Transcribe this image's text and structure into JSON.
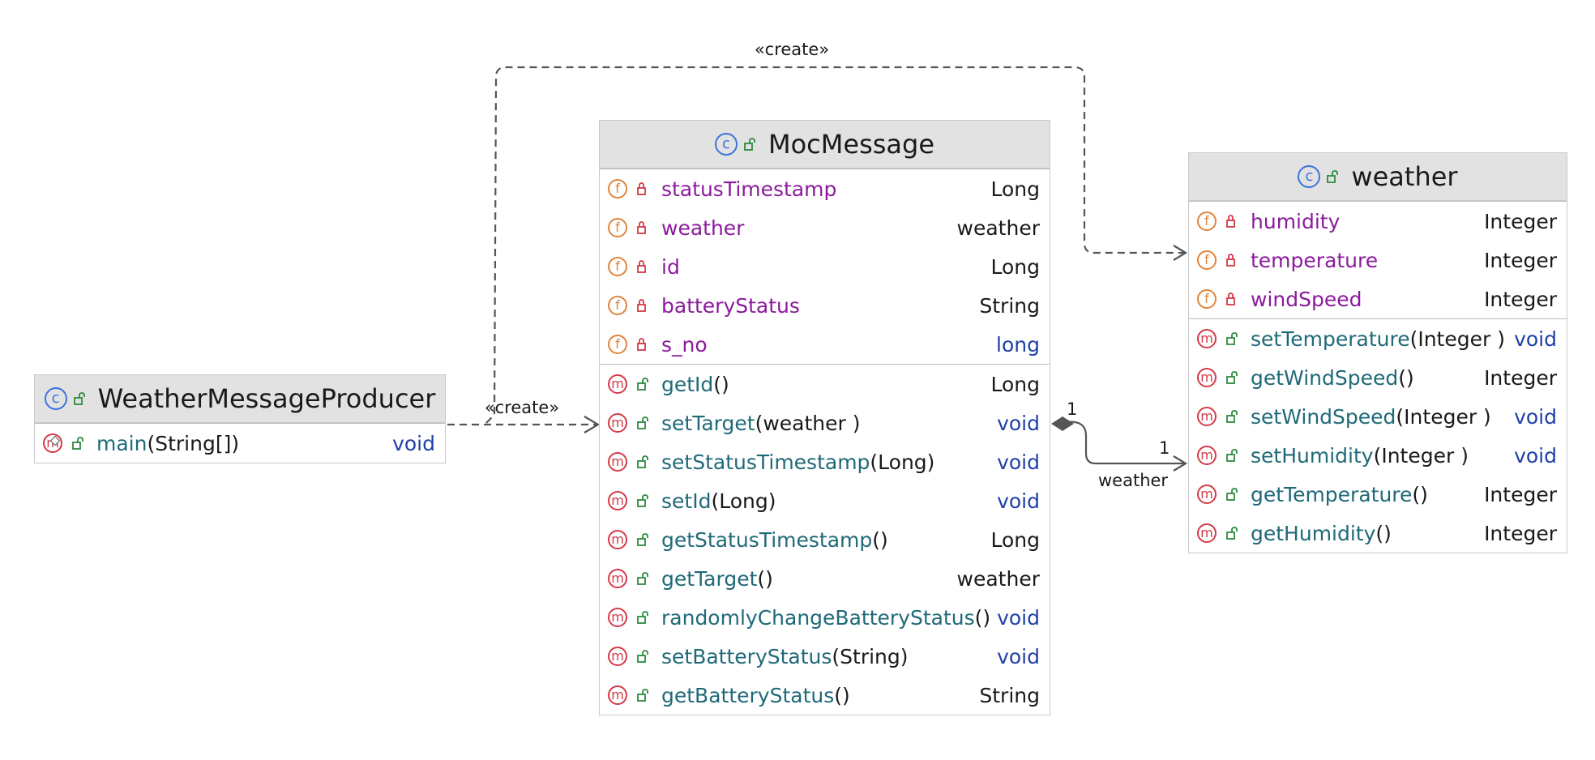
{
  "icons": {
    "class": "class-icon",
    "field": "field-icon",
    "method": "method-icon",
    "public": "unlocked-icon",
    "private": "lock-icon",
    "static": "static-diamond-icon"
  },
  "glyphs": {
    "class": "c",
    "field": "f",
    "method": "m"
  },
  "colors": {
    "class_badge": "#3a73e0",
    "field_badge": "#e0843a",
    "method_badge": "#d33a48",
    "field_name": "#8b1b9c",
    "method_name": "#1f6a78",
    "primitive_type": "#1f3fa8",
    "public_visibility": "#2e8b3e",
    "private_visibility": "#d33a48",
    "header_bg": "#e2e2e2",
    "connector": "#555555"
  },
  "classes": {
    "producer": {
      "name": "WeatherMessageProducer",
      "methods": [
        {
          "name": "main",
          "params": "(String[])",
          "type": "void"
        }
      ]
    },
    "moc": {
      "name": "MocMessage",
      "fields": [
        {
          "name": "statusTimestamp",
          "type": "Long"
        },
        {
          "name": "weather",
          "type": "weather"
        },
        {
          "name": "id",
          "type": "Long"
        },
        {
          "name": "batteryStatus",
          "type": "String"
        },
        {
          "name": "s_no",
          "type": "long"
        }
      ],
      "methods": [
        {
          "name": "getId",
          "params": "()",
          "type": "Long"
        },
        {
          "name": "setTarget",
          "params": "(weather )",
          "type": "void"
        },
        {
          "name": "setStatusTimestamp",
          "params": "(Long)",
          "type": "void"
        },
        {
          "name": "setId",
          "params": "(Long)",
          "type": "void"
        },
        {
          "name": "getStatusTimestamp",
          "params": "()",
          "type": "Long"
        },
        {
          "name": "getTarget",
          "params": "()",
          "type": "weather"
        },
        {
          "name": "randomlyChangeBatteryStatus",
          "params": "()",
          "type": "void"
        },
        {
          "name": "setBatteryStatus",
          "params": "(String)",
          "type": "void"
        },
        {
          "name": "getBatteryStatus",
          "params": "()",
          "type": "String"
        }
      ]
    },
    "weather": {
      "name": "weather",
      "fields": [
        {
          "name": "humidity",
          "type": "Integer"
        },
        {
          "name": "temperature",
          "type": "Integer"
        },
        {
          "name": "windSpeed",
          "type": "Integer"
        }
      ],
      "methods": [
        {
          "name": "setTemperature",
          "params": "(Integer )",
          "type": "void"
        },
        {
          "name": "getWindSpeed",
          "params": "()",
          "type": "Integer"
        },
        {
          "name": "setWindSpeed",
          "params": "(Integer )",
          "type": "void"
        },
        {
          "name": "setHumidity",
          "params": "(Integer )",
          "type": "void"
        },
        {
          "name": "getTemperature",
          "params": "()",
          "type": "Integer"
        },
        {
          "name": "getHumidity",
          "params": "()",
          "type": "Integer"
        }
      ]
    }
  },
  "relations": {
    "create_top_label": "«create»",
    "create_producer_label": "«create»",
    "composition_source_multiplicity": "1",
    "composition_target_multiplicity": "1",
    "composition_role": "weather"
  }
}
